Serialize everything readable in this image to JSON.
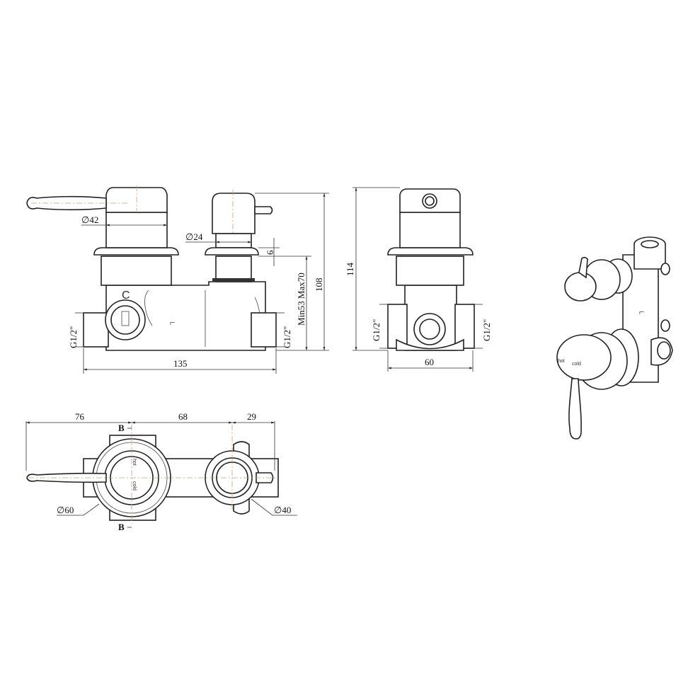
{
  "front_view": {
    "dim_handle_dia": "∅42",
    "dim_stem_dia": "∅24",
    "dim_flange": "6",
    "dim_depth_range": "Min53 Max70",
    "dim_height": "108",
    "dim_width": "135",
    "thread_left": "G1/2\"",
    "thread_right": "G1/2\"",
    "marking_c": "C"
  },
  "side_view": {
    "dim_height": "114",
    "dim_width": "60",
    "thread_left": "G1/2\"",
    "thread_right": "G1/2\""
  },
  "top_view": {
    "dim_a": "76",
    "dim_b": "68",
    "dim_c": "29",
    "section_top": "B",
    "section_bottom": "B",
    "dim_large_dia": "∅60",
    "dim_small_dia": "∅40",
    "label_hot": "hot",
    "label_cold": "cold"
  },
  "iso_view": {
    "label_hot": "hot",
    "label_cold": "cold"
  }
}
